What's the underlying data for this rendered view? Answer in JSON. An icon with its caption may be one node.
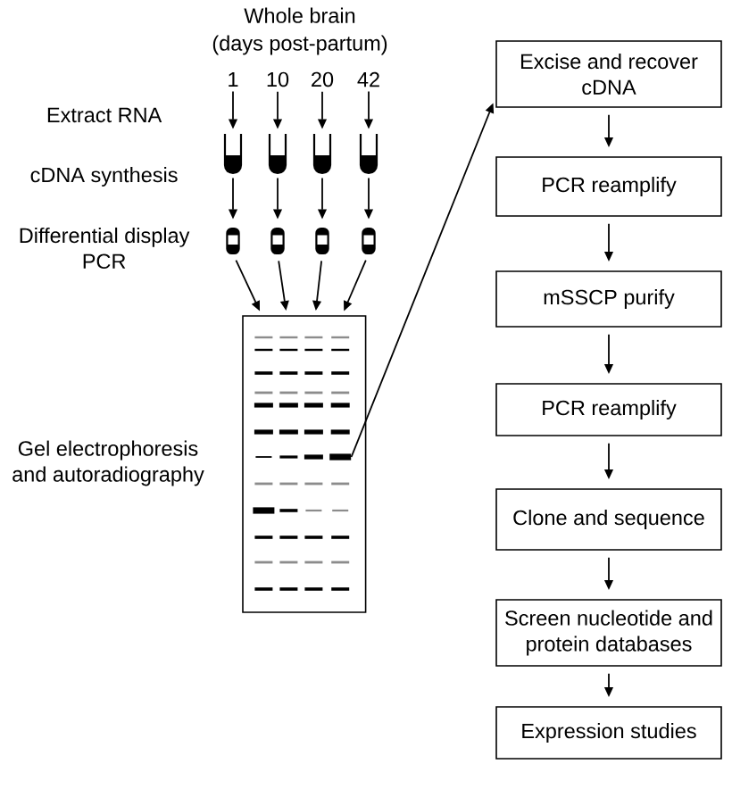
{
  "diagram": {
    "nodes": [
      {
        "text": [
          "1"
        ]
      },
      {
        "text": [
          "10"
        ]
      },
      {
        "text": [
          "20"
        ]
      },
      {
        "text": [
          "42"
        ]
      },
      {
        "text": [],
        "shape": "tube"
      },
      {
        "text": [],
        "shape": "tube"
      },
      {
        "text": [],
        "shape": "tube"
      },
      {
        "text": [],
        "shape": "tube"
      },
      {
        "text": [],
        "shape": "capsule"
      },
      {
        "text": [],
        "shape": "capsule"
      },
      {
        "text": [],
        "shape": "capsule"
      },
      {
        "text": [],
        "shape": "capsule"
      },
      {
        "text": [],
        "shape": "box"
      },
      {
        "text": [],
        "shape": "bar",
        "in": 12
      },
      {
        "text": [
          "Excise and recover cDNA"
        ]
      },
      {
        "text": [
          "PCR reamplify"
        ]
      },
      {
        "text": [
          "mSSCP purify"
        ]
      },
      {
        "text": [
          "PCR reamplify"
        ]
      },
      {
        "text": [
          "Clone and sequence"
        ]
      },
      {
        "text": [
          "Screen nucleotide and protein databases"
        ]
      },
      {
        "text": [
          "Expression studies"
        ]
      }
    ],
    "edges": [
      {
        "from": 0,
        "to": 4,
        "arrow": "to"
      },
      {
        "from": 1,
        "to": 5,
        "arrow": "to"
      },
      {
        "from": 2,
        "to": 6,
        "arrow": "to"
      },
      {
        "from": 3,
        "to": 7,
        "arrow": "to"
      },
      {
        "from": 4,
        "to": 8,
        "arrow": "to"
      },
      {
        "from": 5,
        "to": 9,
        "arrow": "to"
      },
      {
        "from": 6,
        "to": 10,
        "arrow": "to"
      },
      {
        "from": 7,
        "to": 11,
        "arrow": "to"
      },
      {
        "from": 8,
        "to": 12,
        "arrow": "to"
      },
      {
        "from": 9,
        "to": 12,
        "arrow": "to"
      },
      {
        "from": 10,
        "to": 12,
        "arrow": "to"
      },
      {
        "from": 11,
        "to": 12,
        "arrow": "to"
      },
      {
        "from": 13,
        "to": 14,
        "arrow": "to"
      },
      {
        "from": 14,
        "to": 15,
        "arrow": "to"
      },
      {
        "from": 15,
        "to": 16,
        "arrow": "to"
      },
      {
        "from": 16,
        "to": 17,
        "arrow": "to"
      },
      {
        "from": 17,
        "to": 18,
        "arrow": "to"
      },
      {
        "from": 18,
        "to": 19,
        "arrow": "to"
      },
      {
        "from": 19,
        "to": 20,
        "arrow": "to"
      }
    ],
    "labels": [
      "Whole brain (days post-partum)",
      "Extract RNA",
      "cDNA synthesis",
      "Differential display PCR",
      "Gel electrophoresis and autoradiography"
    ]
  }
}
